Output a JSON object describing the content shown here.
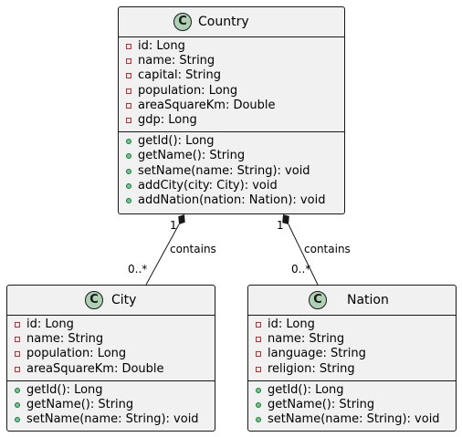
{
  "diagram": {
    "stereotype_letter": "C",
    "classes": {
      "country": {
        "name": "Country",
        "attributes": [
          {
            "vis": "private",
            "text": "id: Long"
          },
          {
            "vis": "private",
            "text": "name: String"
          },
          {
            "vis": "private",
            "text": "capital: String"
          },
          {
            "vis": "private",
            "text": "population: Long"
          },
          {
            "vis": "private",
            "text": "areaSquareKm: Double"
          },
          {
            "vis": "private",
            "text": "gdp: Long"
          }
        ],
        "methods": [
          {
            "vis": "public",
            "text": "getId(): Long"
          },
          {
            "vis": "public",
            "text": "getName(): String"
          },
          {
            "vis": "public",
            "text": "setName(name: String): void"
          },
          {
            "vis": "public",
            "text": "addCity(city: City): void"
          },
          {
            "vis": "public",
            "text": "addNation(nation: Nation): void"
          }
        ]
      },
      "city": {
        "name": "City",
        "attributes": [
          {
            "vis": "private",
            "text": "id: Long"
          },
          {
            "vis": "private",
            "text": "name: String"
          },
          {
            "vis": "private",
            "text": "population: Long"
          },
          {
            "vis": "private",
            "text": "areaSquareKm: Double"
          }
        ],
        "methods": [
          {
            "vis": "public",
            "text": "getId(): Long"
          },
          {
            "vis": "public",
            "text": "getName(): String"
          },
          {
            "vis": "public",
            "text": "setName(name: String): void"
          }
        ]
      },
      "nation": {
        "name": "Nation",
        "attributes": [
          {
            "vis": "private",
            "text": "id: Long"
          },
          {
            "vis": "private",
            "text": "name: String"
          },
          {
            "vis": "private",
            "text": "language: String"
          },
          {
            "vis": "private",
            "text": "religion: String"
          }
        ],
        "methods": [
          {
            "vis": "public",
            "text": "getId(): Long"
          },
          {
            "vis": "public",
            "text": "getName(): String"
          },
          {
            "vis": "public",
            "text": "setName(name: String): void"
          }
        ]
      }
    },
    "relations": {
      "country_city": {
        "label": "contains",
        "source_mult": "1",
        "target_mult": "0..*",
        "type": "composition"
      },
      "country_nation": {
        "label": "contains",
        "source_mult": "1",
        "target_mult": "0..*",
        "type": "composition"
      }
    },
    "colors": {
      "class_fill": "#f1f1f1",
      "border": "#181818",
      "badge_fill": "#add1b2",
      "private_marker": "#c82930",
      "public_marker_fill": "#84be84",
      "public_marker_border": "#038048"
    }
  }
}
